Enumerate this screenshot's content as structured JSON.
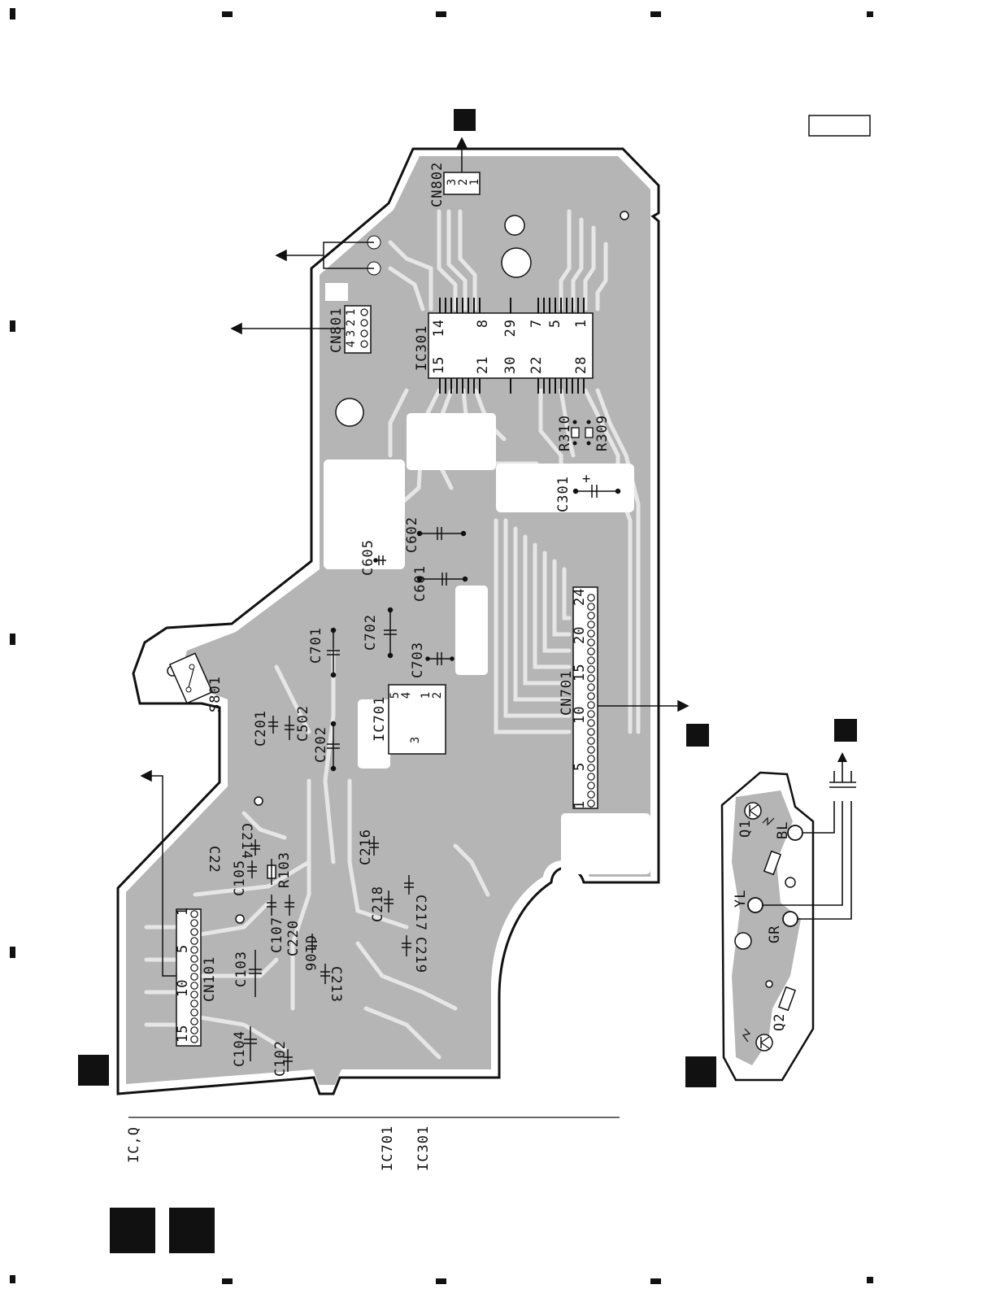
{
  "main_board": {
    "connectors": {
      "cn802": "CN802",
      "cn802_pins": [
        "3",
        "2",
        "1"
      ],
      "cn801": "CN801",
      "cn801_pins": [
        "1",
        "2",
        "3",
        "4"
      ],
      "cn701": "CN701",
      "cn701_pins": [
        "1",
        "5",
        "10",
        "15",
        "20",
        "24"
      ],
      "cn101": "CN101",
      "cn101_pins": [
        "1",
        "5",
        "10",
        "15"
      ]
    },
    "ics": {
      "ic301": "IC301",
      "ic301_pins_top": [
        "14",
        "8",
        "29",
        "7",
        "5",
        "1"
      ],
      "ic301_pins_bottom": [
        "15",
        "21",
        "30",
        "22",
        "28"
      ],
      "ic701": "IC701",
      "ic701_pins": [
        "5",
        "4",
        "1",
        "2",
        "3"
      ]
    },
    "switch": "S801",
    "components": {
      "r310": "R310",
      "r309": "R309",
      "c301": "C301",
      "c605": "C605",
      "c602": "C602",
      "c601": "C601",
      "c701": "C701",
      "c702": "C702",
      "c703": "C703",
      "c201": "C201",
      "c502": "C502",
      "c202": "C202",
      "c214": "C214",
      "c22": "C22",
      "r103": "R103",
      "c105": "C105",
      "c216": "C216",
      "c218": "C218",
      "c217": "C217",
      "c107": "C107",
      "c220": "C220",
      "c106": "C106",
      "c219": "C219",
      "c103": "C103",
      "c213": "C213",
      "c104": "C104",
      "c102": "C102"
    }
  },
  "sensor_board": {
    "q1": "Q1",
    "q2": "Q2",
    "bl": "BL",
    "yl": "YL",
    "gr": "GR"
  },
  "footer_note": {
    "ic_q": "IC,Q",
    "ic701": "IC701",
    "ic301": "IC301"
  }
}
